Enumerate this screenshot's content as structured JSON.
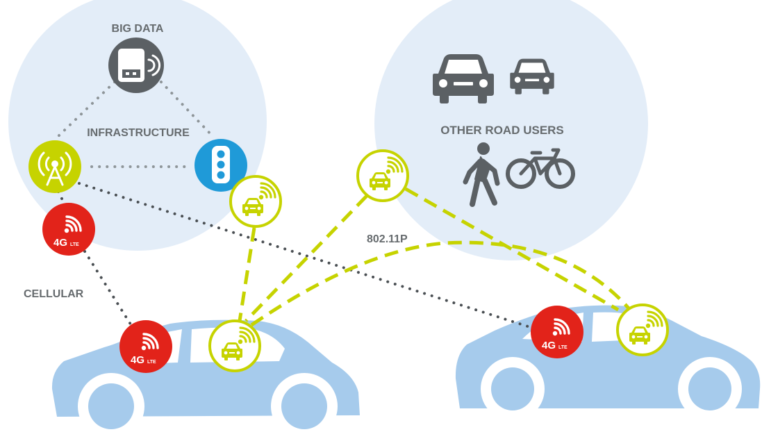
{
  "labels": {
    "big_data": "BIG DATA",
    "infrastructure": "INFRASTRUCTURE",
    "other_road_users": "OTHER ROAD USERS",
    "cellular": "CELLULAR",
    "protocol": "802.11P"
  },
  "badge_4g": {
    "main": "4G",
    "sub": "LTE"
  },
  "colors": {
    "bubble": "#e3edf8",
    "car_body": "#a6cbec",
    "lime": "#c6d300",
    "lte_red": "#e2231a",
    "icon_gray": "#5b6064",
    "traffic_blue": "#1f9ad8",
    "dot_gray": "#8e9599",
    "dark_dot": "#4a4f53"
  },
  "icons": [
    "server-wireless-icon",
    "antenna-tower-icon",
    "traffic-light-icon",
    "car-icon",
    "pedestrian-icon",
    "bicycle-icon",
    "4g-lte-icon",
    "connected-car-icon"
  ]
}
